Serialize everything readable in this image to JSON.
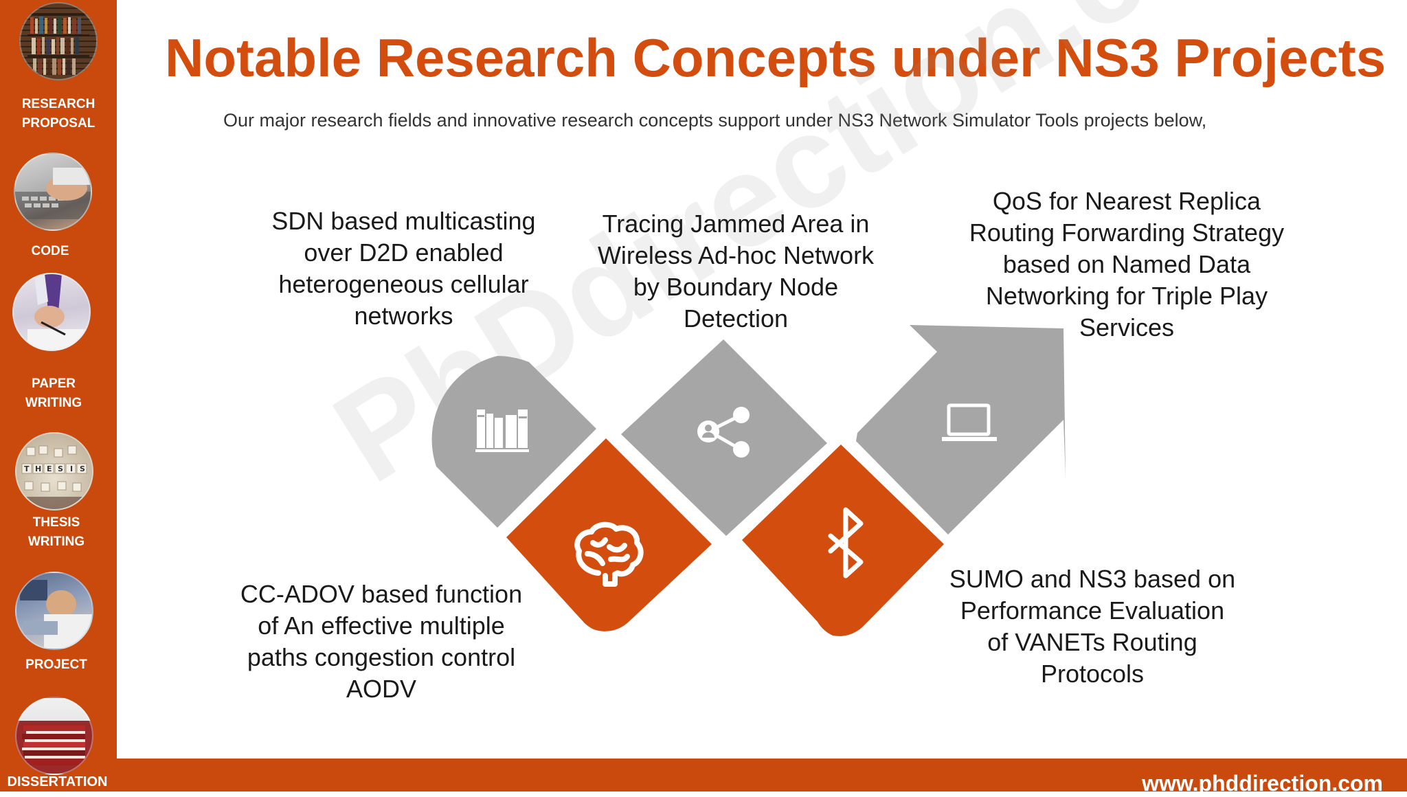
{
  "sidebar": {
    "items": [
      {
        "label": "RESEARCH\nPROPOSAL"
      },
      {
        "label": "CODE"
      },
      {
        "label": "PAPER\nWRITING"
      },
      {
        "label": "THESIS\nWRITING"
      },
      {
        "label": "PROJECT"
      },
      {
        "label": "DISSERTATION"
      }
    ]
  },
  "header": {
    "title": "Notable Research Concepts under NS3 Projects",
    "subtitle": "Our major research fields and innovative research concepts support under NS3 Network Simulator Tools projects below,"
  },
  "concepts": {
    "sdn": "SDN based multicasting\nover D2D enabled\nheterogeneous cellular\nnetworks",
    "tracing": "Tracing Jammed Area in\nWireless Ad-hoc Network\nby Boundary Node\nDetection",
    "qos": "QoS for Nearest Replica\nRouting Forwarding Strategy\nbased on Named Data\nNetworking for Triple Play\nServices",
    "cc_adov": "CC-ADOV based function\nof  An effective multiple\npaths congestion control\nAODV",
    "sumo": "SUMO and NS3 based on\nPerformance Evaluation\nof VANETs Routing\nProtocols"
  },
  "icons": {
    "shape1": "books-icon",
    "shape2": "brain-icon",
    "shape3": "share-network-icon",
    "shape4": "bluetooth-icon",
    "shape5": "laptop-icon"
  },
  "colors": {
    "accent": "#d24d0e",
    "sidebar": "#c94a0c",
    "shape_gray": "#a6a6a6",
    "shape_orange": "#d24d0e"
  },
  "footer": {
    "url": "www.phddirection.com"
  },
  "watermark": "PhDdirection.com"
}
